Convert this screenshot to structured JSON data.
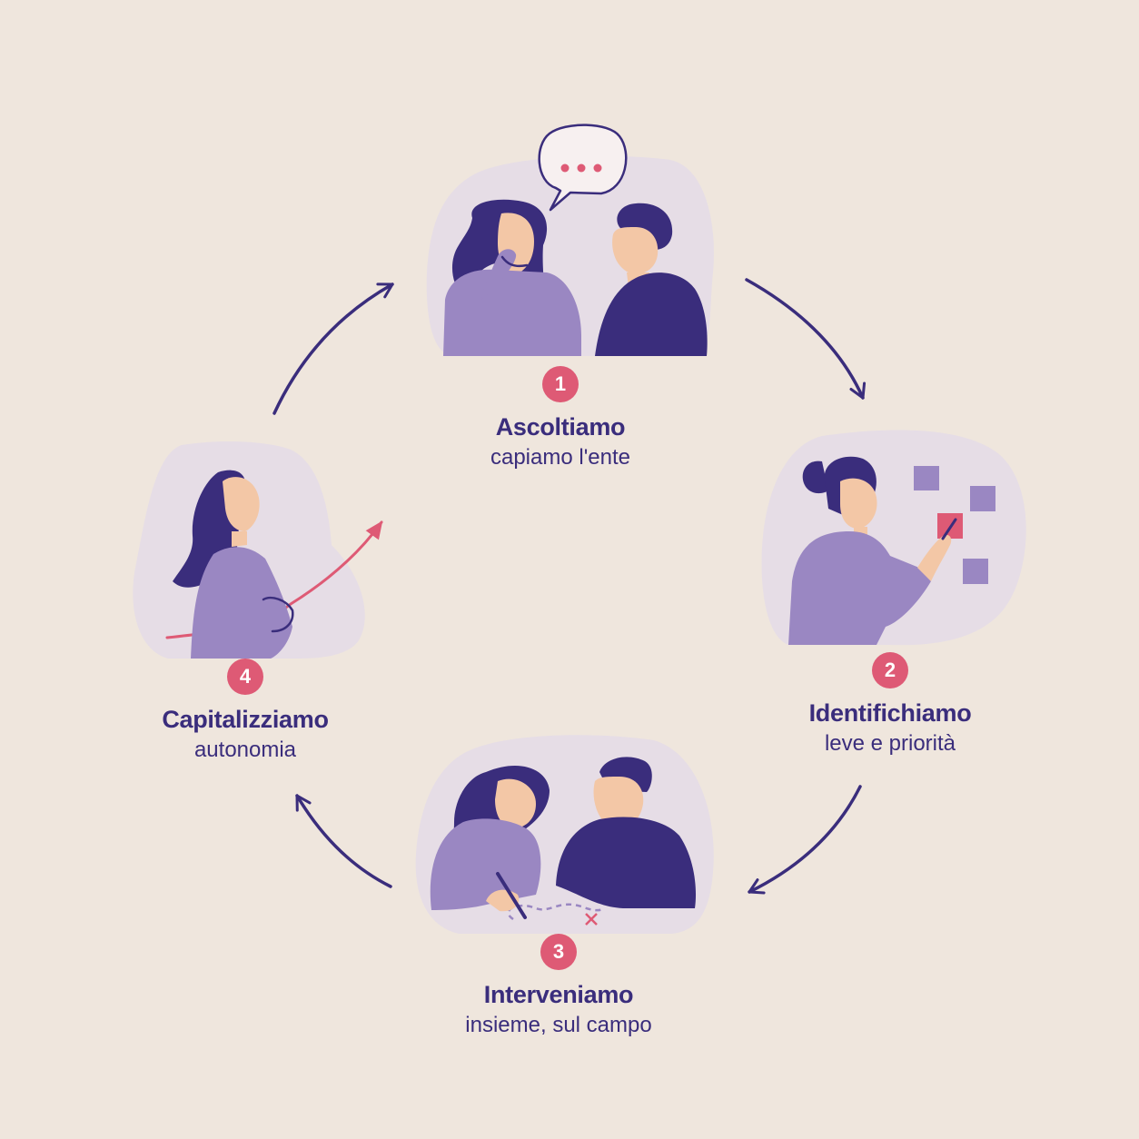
{
  "colors": {
    "background": "#efe6dd",
    "blob": "#e6dde6",
    "primary": "#3a2d7c",
    "secondary": "#9a87c2",
    "accent": "#de5a75",
    "skin": "#f3c7a6"
  },
  "steps": [
    {
      "number": "1",
      "title": "Ascoltiamo",
      "subtitle": "capiamo l'ente",
      "illustration": "two-people-listening-with-speech-bubble"
    },
    {
      "number": "2",
      "title": "Identifichiamo",
      "subtitle": "leve e priorità",
      "illustration": "woman-placing-sticky-notes"
    },
    {
      "number": "3",
      "title": "Interveniamo",
      "subtitle": "insieme, sul campo",
      "illustration": "two-people-drawing-path-on-paper"
    },
    {
      "number": "4",
      "title": "Capitalizziamo",
      "subtitle": "autonomia",
      "illustration": "woman-with-growth-arrow"
    }
  ]
}
